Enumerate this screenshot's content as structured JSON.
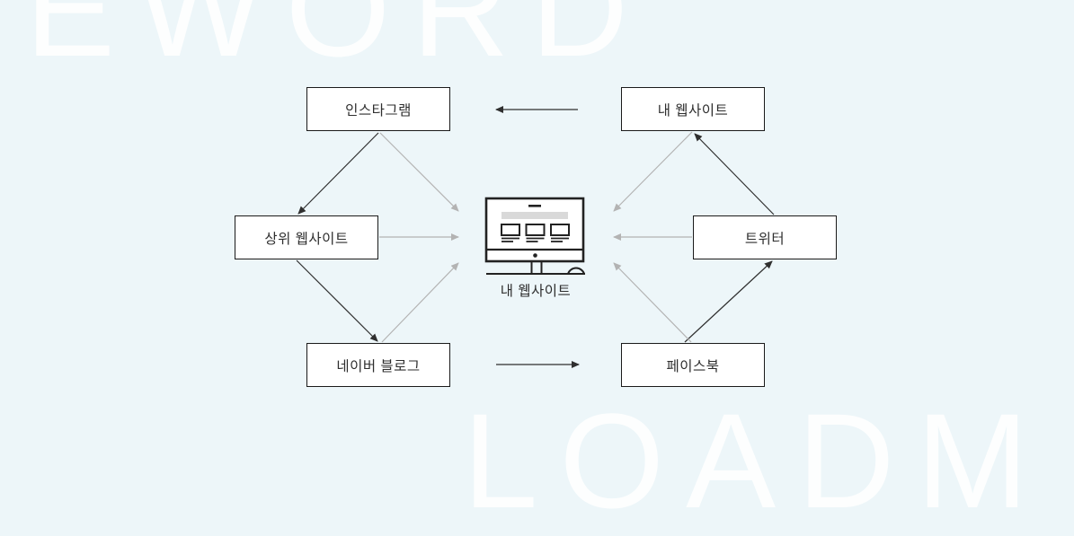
{
  "background": {
    "color": "#edf6f9",
    "watermark_top_text": "EWORD",
    "watermark_bottom_text": "LOADM",
    "watermark_color": "rgba(255,255,255,0.85)"
  },
  "nodes": {
    "instagram": {
      "label": "인스타그램"
    },
    "my_website_top": {
      "label": "내 웹사이트"
    },
    "parent_website": {
      "label": "상위 웹사이트"
    },
    "twitter": {
      "label": "트위터"
    },
    "naver_blog": {
      "label": "네이버 블로그"
    },
    "facebook": {
      "label": "페이스북"
    },
    "center": {
      "label": "내 웹사이트",
      "icon": "desktop-monitor-icon"
    }
  },
  "edges": [
    {
      "from": "my_website_top",
      "to": "instagram",
      "style": "dark"
    },
    {
      "from": "instagram",
      "to": "parent_website",
      "style": "dark"
    },
    {
      "from": "parent_website",
      "to": "naver_blog",
      "style": "dark"
    },
    {
      "from": "naver_blog",
      "to": "facebook",
      "style": "dark"
    },
    {
      "from": "facebook",
      "to": "twitter",
      "style": "dark"
    },
    {
      "from": "twitter",
      "to": "my_website_top",
      "style": "dark"
    },
    {
      "from": "instagram",
      "to": "center",
      "style": "gray"
    },
    {
      "from": "parent_website",
      "to": "center",
      "style": "gray"
    },
    {
      "from": "naver_blog",
      "to": "center",
      "style": "gray"
    },
    {
      "from": "my_website_top",
      "to": "center",
      "style": "gray"
    },
    {
      "from": "twitter",
      "to": "center",
      "style": "gray"
    },
    {
      "from": "facebook",
      "to": "center",
      "style": "gray"
    }
  ],
  "colors": {
    "box_border": "#1a1a1a",
    "box_fill": "#ffffff",
    "text": "#2e2e2e",
    "arrow_dark": "#2f2f2f",
    "arrow_gray": "#b3b3b3",
    "monitor_stroke": "#222222",
    "monitor_banner": "#d9d9d9"
  }
}
